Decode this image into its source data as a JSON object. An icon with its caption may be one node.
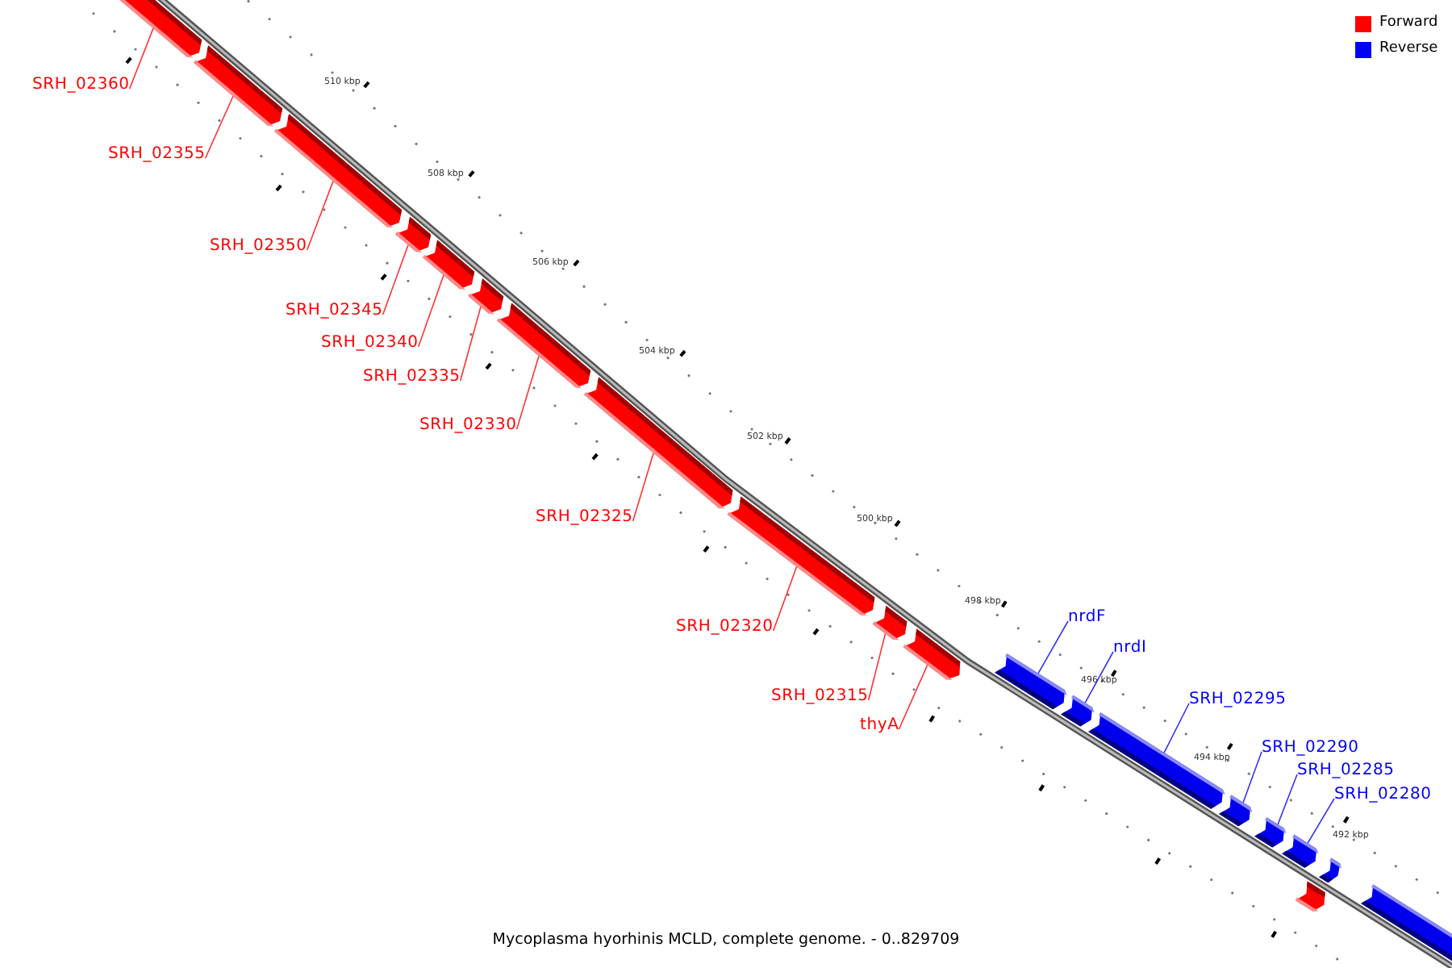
{
  "diagram": {
    "caption": "Mycoplasma hyorhinis MCLD, complete genome. - 0..829709",
    "nodes": [
      {
        "text": [
          "SRH_02360"
        ]
      },
      {
        "text": [],
        "shape": "bar"
      },
      {
        "text": [
          "SRH_02355"
        ]
      },
      {
        "text": [],
        "shape": "bar"
      },
      {
        "text": [
          "SRH_02350"
        ]
      },
      {
        "text": [],
        "shape": "bar"
      },
      {
        "text": [
          "SRH_02345"
        ]
      },
      {
        "text": [],
        "shape": "bar"
      },
      {
        "text": [
          "SRH_02340"
        ]
      },
      {
        "text": [],
        "shape": "bar"
      },
      {
        "text": [
          "SRH_02335"
        ]
      },
      {
        "text": [],
        "shape": "bar"
      },
      {
        "text": [
          "SRH_02330"
        ]
      },
      {
        "text": [],
        "shape": "bar"
      },
      {
        "text": [
          "SRH_02325"
        ]
      },
      {
        "text": [],
        "shape": "bar"
      },
      {
        "text": [
          "SRH_02320"
        ]
      },
      {
        "text": [],
        "shape": "bar"
      },
      {
        "text": [
          "SRH_02315"
        ]
      },
      {
        "text": [],
        "shape": "bar"
      },
      {
        "text": [
          "thyA"
        ]
      },
      {
        "text": [],
        "shape": "bar"
      },
      {
        "text": [
          "nrdF"
        ]
      },
      {
        "text": [],
        "shape": "bar"
      },
      {
        "text": [
          "nrdI"
        ]
      },
      {
        "text": [],
        "shape": "bar"
      },
      {
        "text": [
          "SRH_02295"
        ]
      },
      {
        "text": [],
        "shape": "bar"
      },
      {
        "text": [
          "SRH_02290"
        ]
      },
      {
        "text": [],
        "shape": "bar"
      },
      {
        "text": [
          "SRH_02285"
        ]
      },
      {
        "text": [],
        "shape": "bar"
      },
      {
        "text": [
          "SRH_02280"
        ]
      },
      {
        "text": [],
        "shape": "bar"
      },
      {
        "text": [],
        "shape": "bar"
      },
      {
        "text": [],
        "shape": "bar"
      },
      {
        "text": [],
        "shape": "bar"
      }
    ],
    "edges": [
      {
        "from": 0,
        "to": 1,
        "arrow": "none"
      },
      {
        "from": 2,
        "to": 3,
        "arrow": "none"
      },
      {
        "from": 4,
        "to": 5,
        "arrow": "none"
      },
      {
        "from": 6,
        "to": 7,
        "arrow": "none"
      },
      {
        "from": 8,
        "to": 9,
        "arrow": "none"
      },
      {
        "from": 10,
        "to": 11,
        "arrow": "none"
      },
      {
        "from": 12,
        "to": 13,
        "arrow": "none"
      },
      {
        "from": 14,
        "to": 15,
        "arrow": "none"
      },
      {
        "from": 16,
        "to": 17,
        "arrow": "none"
      },
      {
        "from": 18,
        "to": 19,
        "arrow": "none"
      },
      {
        "from": 20,
        "to": 21,
        "arrow": "none"
      },
      {
        "from": 22,
        "to": 23,
        "arrow": "none",
        "color": "#3333ff"
      },
      {
        "from": 24,
        "to": 25,
        "arrow": "none",
        "color": "#3333ff"
      },
      {
        "from": 26,
        "to": 27,
        "arrow": "none",
        "color": "#3333ff"
      },
      {
        "from": 28,
        "to": 29,
        "arrow": "none",
        "color": "#3333ff"
      },
      {
        "from": 30,
        "to": 31,
        "arrow": "none",
        "color": "#3333ff"
      },
      {
        "from": 32,
        "to": 33,
        "arrow": "none",
        "color": "#3333ff"
      }
    ],
    "labels": [
      "510 kbp",
      "508 kbp",
      "506 kbp",
      "504 kbp",
      "502 kbp",
      "500 kbp",
      "498 kbp",
      "496 kbp",
      "494 kbp",
      "492 kbp"
    ],
    "legend": [
      {
        "text": "Forward",
        "color": "#ff0000"
      },
      {
        "text": "Reverse",
        "color": "#0000ff"
      }
    ]
  }
}
